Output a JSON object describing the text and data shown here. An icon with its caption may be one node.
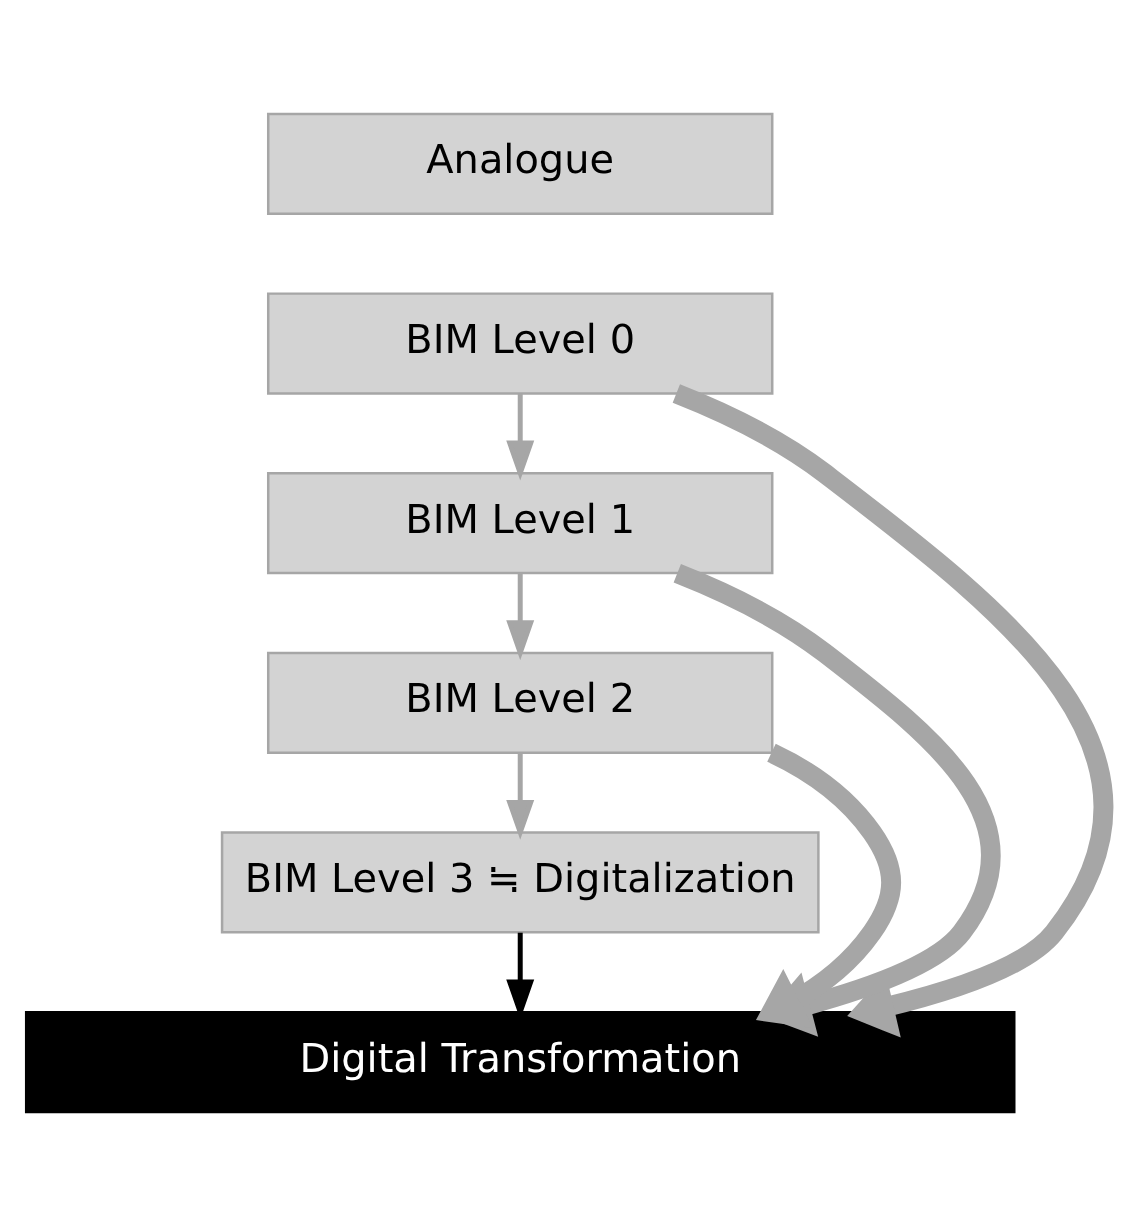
{
  "diagram": {
    "nodes": [
      {
        "text": [
          "Analogue"
        ]
      },
      {
        "text": [
          "BIM Level 0"
        ]
      },
      {
        "text": [
          "BIM Level 1"
        ]
      },
      {
        "text": [
          "BIM Level 2"
        ]
      },
      {
        "text": [
          "BIM Level 3 ≒ Digitalization"
        ]
      },
      {
        "text": [
          "Digital Transformation"
        ]
      }
    ],
    "edges": [
      {
        "from": 1,
        "to": 2,
        "arrow": "to"
      },
      {
        "from": 2,
        "to": 3,
        "arrow": "to"
      },
      {
        "from": 3,
        "to": 4,
        "arrow": "to"
      },
      {
        "from": 4,
        "to": 5,
        "arrow": "to",
        "color": "#000000"
      },
      {
        "from": 1,
        "to": 5,
        "arrow": "to",
        "style": "thick"
      },
      {
        "from": 2,
        "to": 5,
        "arrow": "to",
        "style": "thick"
      },
      {
        "from": 3,
        "to": 5,
        "arrow": "to",
        "style": "thick"
      }
    ]
  }
}
